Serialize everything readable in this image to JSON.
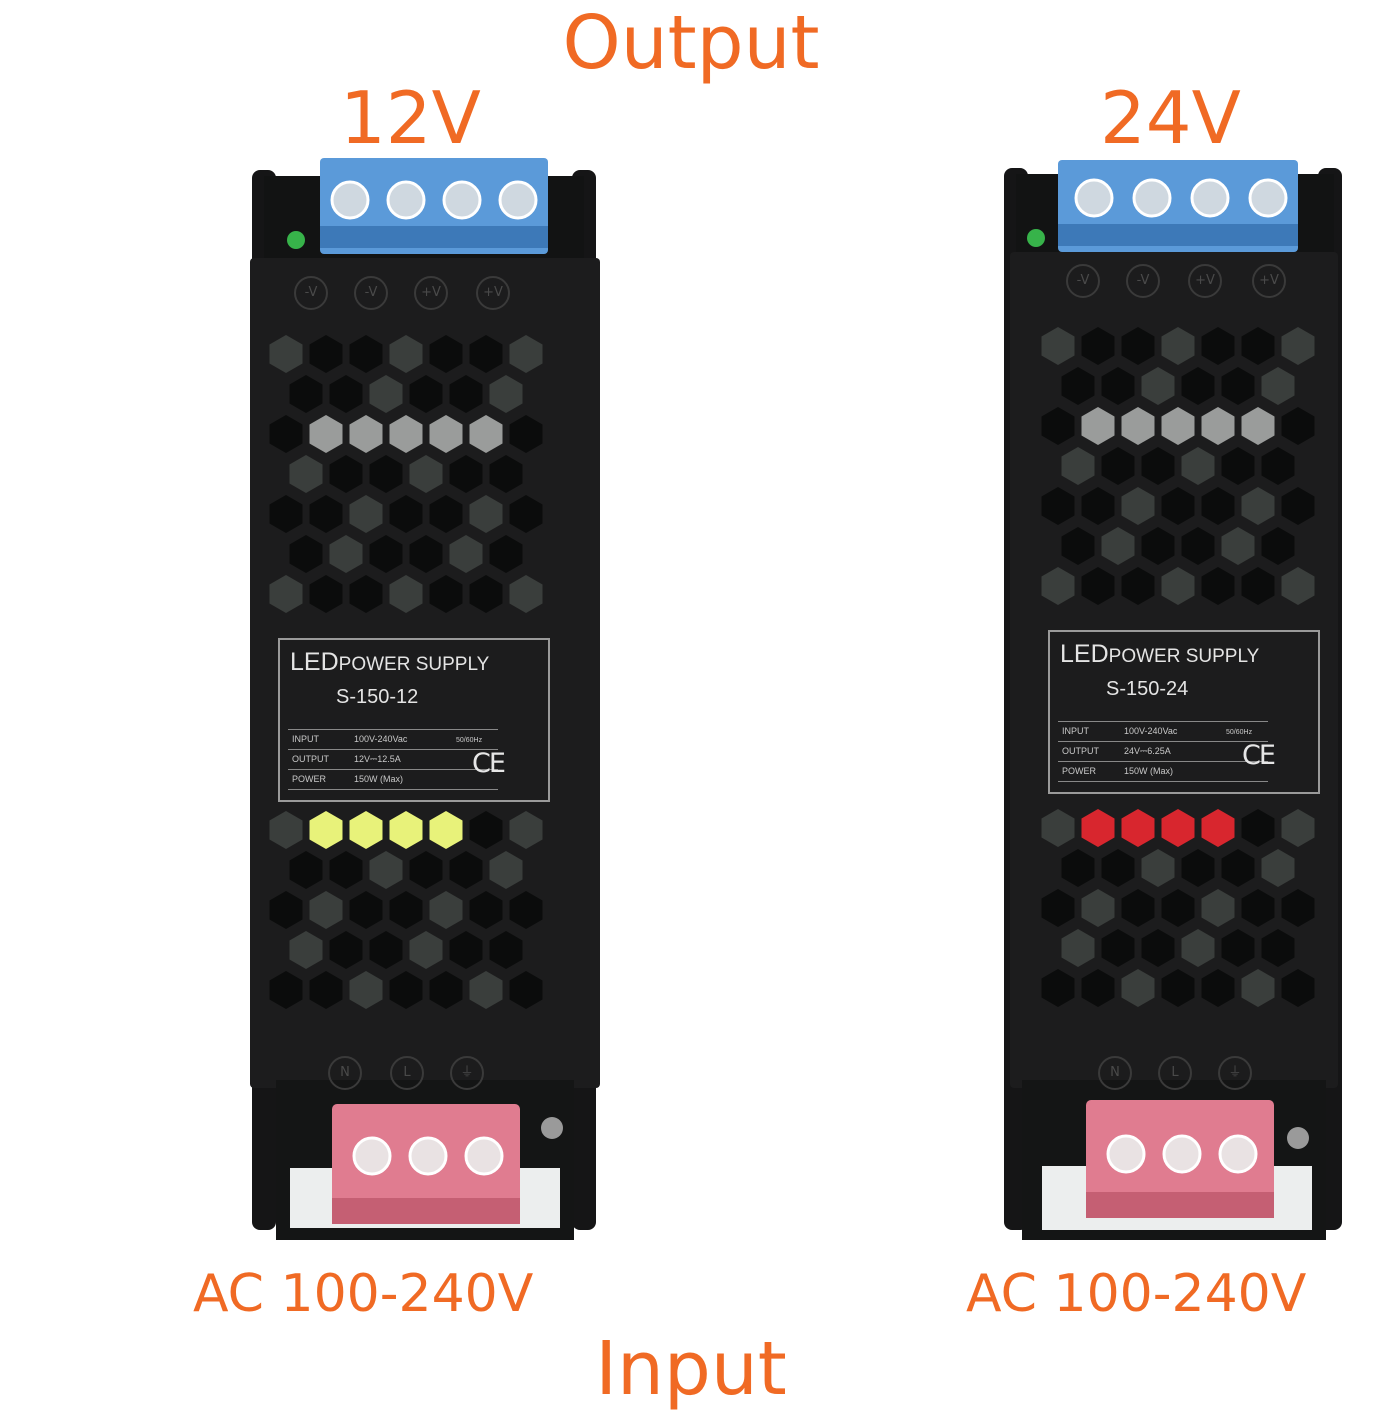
{
  "captions": {
    "output": "Output",
    "input": "Input"
  },
  "colors": {
    "caption": "#f06a24",
    "case": "#1c1c1d",
    "output_terminal": "#4f8fd3",
    "input_terminal": "#d9788b",
    "led": "#37b34a"
  },
  "units": [
    {
      "voltage": "12V",
      "ac_input": "AC 100-240V",
      "label": {
        "title_big": "LED",
        "title_small": "POWER SUPPLY",
        "model": "S-150-12",
        "specs": [
          {
            "name": "INPUT",
            "value": "100V-240Vac",
            "extra": "50/60Hz"
          },
          {
            "name": "OUTPUT",
            "value": "12V⎓12.5A",
            "extra": ""
          },
          {
            "name": "POWER",
            "value": "150W (Max)",
            "extra": ""
          }
        ],
        "mark": "CE"
      },
      "top_symbols": [
        "-V",
        "-V",
        "+V",
        "+V"
      ],
      "bottom_symbols": [
        "N",
        "L",
        "⏚"
      ],
      "fan_tint": "#e8f27a"
    },
    {
      "voltage": "24V",
      "ac_input": "AC 100-240V",
      "label": {
        "title_big": "LED",
        "title_small": "POWER SUPPLY",
        "model": "S-150-24",
        "specs": [
          {
            "name": "INPUT",
            "value": "100V-240Vac",
            "extra": "50/60Hz"
          },
          {
            "name": "OUTPUT",
            "value": "24V⎓6.25A",
            "extra": ""
          },
          {
            "name": "POWER",
            "value": "150W (Max)",
            "extra": ""
          }
        ],
        "mark": "CE"
      },
      "top_symbols": [
        "-V",
        "-V",
        "+V",
        "+V"
      ],
      "bottom_symbols": [
        "N",
        "L",
        "⏚"
      ],
      "fan_tint": "#d8262e"
    }
  ]
}
